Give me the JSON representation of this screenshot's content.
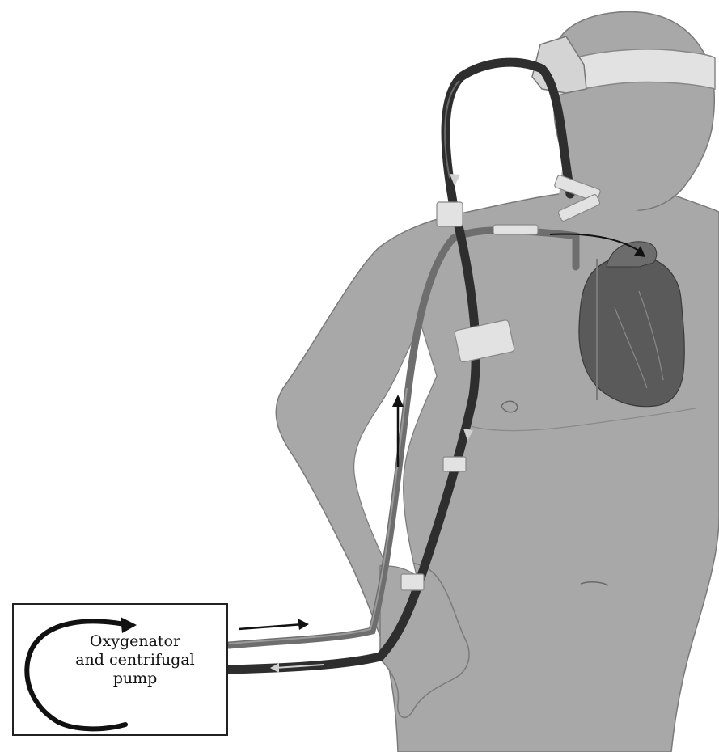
{
  "pump_box": {
    "label_line1": "Oxygenator",
    "label_line2": "and centrifugal",
    "label_line3": "pump"
  },
  "colors": {
    "background": "#ffffff",
    "body_fill": "#a8a8a8",
    "body_outline": "#7a7a7a",
    "venous_cannula": "#2e2e2e",
    "arterial_cannula": "#6e6e6e",
    "heart": "#555555",
    "tape": "#e2e2e2",
    "arrow": "#111111"
  },
  "icons": [
    "circular-flow-arrow-icon",
    "flow-direction-arrow-icon"
  ]
}
